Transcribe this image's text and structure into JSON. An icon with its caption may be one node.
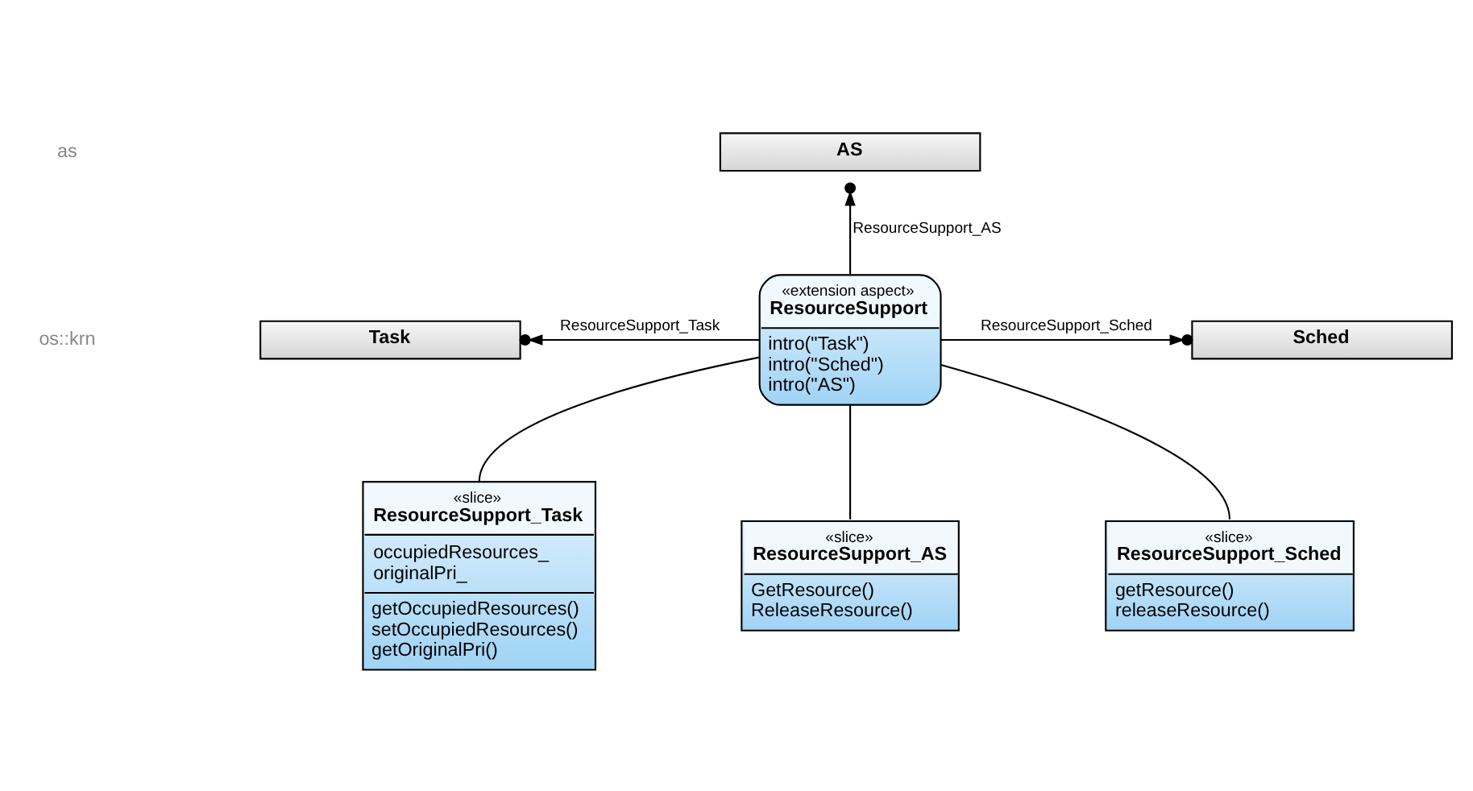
{
  "diagram": {
    "nodes": [
      {
        "text": [
          "AS"
        ]
      },
      {
        "text": [
          "Task"
        ]
      },
      {
        "text": [
          "«extension aspect»",
          "ResourceSupport",
          "intro(\"Task\") intro(\"Sched\") intro(\"AS\")"
        ]
      },
      {
        "text": [
          "Sched"
        ]
      },
      {
        "text": [
          "«slice»",
          "ResourceSupport_Task",
          "occupiedResources_ originalPri_",
          "getOccupiedResources() setOccupiedResources() getOriginalPri()"
        ]
      },
      {
        "text": [
          "«slice»",
          "ResourceSupport_AS",
          "GetResource() ReleaseResource()"
        ]
      },
      {
        "text": [
          "«slice»",
          "ResourceSupport_Sched",
          "getResource() releaseResource()"
        ]
      }
    ],
    "edges": [
      {
        "from": 2,
        "to": 0,
        "arrow": "to",
        "label": "ResourceSupport_AS"
      },
      {
        "from": 2,
        "to": 1,
        "arrow": "to",
        "label": "ResourceSupport_Task"
      },
      {
        "from": 2,
        "to": 3,
        "arrow": "to",
        "label": "ResourceSupport_Sched"
      },
      {
        "from": 2,
        "to": 4,
        "arrow": "none"
      },
      {
        "from": 2,
        "to": 5,
        "arrow": "none"
      },
      {
        "from": 2,
        "to": 6,
        "arrow": "none"
      }
    ],
    "labels": [
      "as",
      "os::krn"
    ]
  }
}
